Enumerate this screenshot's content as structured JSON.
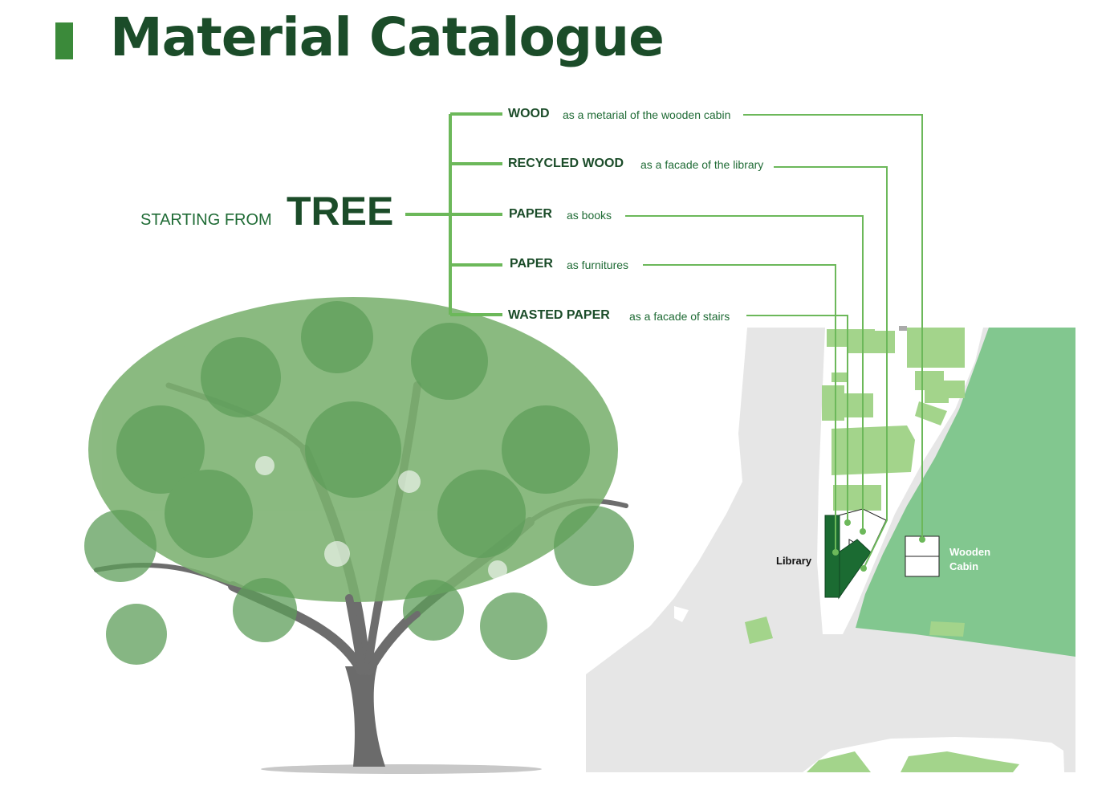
{
  "header": {
    "title": "Material Catalogue"
  },
  "source": {
    "prefix": "STARTING FROM",
    "word": "TREE"
  },
  "materials": [
    {
      "name": "WOOD",
      "use": "as a metarial of the wooden cabin"
    },
    {
      "name": "RECYCLED WOOD",
      "use": "as a facade of the library"
    },
    {
      "name": "PAPER",
      "use": "as books"
    },
    {
      "name": "PAPER",
      "use": "as furnitures"
    },
    {
      "name": "WASTED PAPER",
      "use": "as a facade of stairs"
    }
  ],
  "map": {
    "library_label": "Library",
    "cabin_label_line1": "Wooden",
    "cabin_label_line2": "Cabin"
  },
  "colors": {
    "primary": "#1b4c29",
    "connector": "#6cb85a",
    "library": "#1b6b32",
    "park": "#82c78f",
    "buildings": "#a3d48b",
    "road": "#e6e6e6"
  }
}
